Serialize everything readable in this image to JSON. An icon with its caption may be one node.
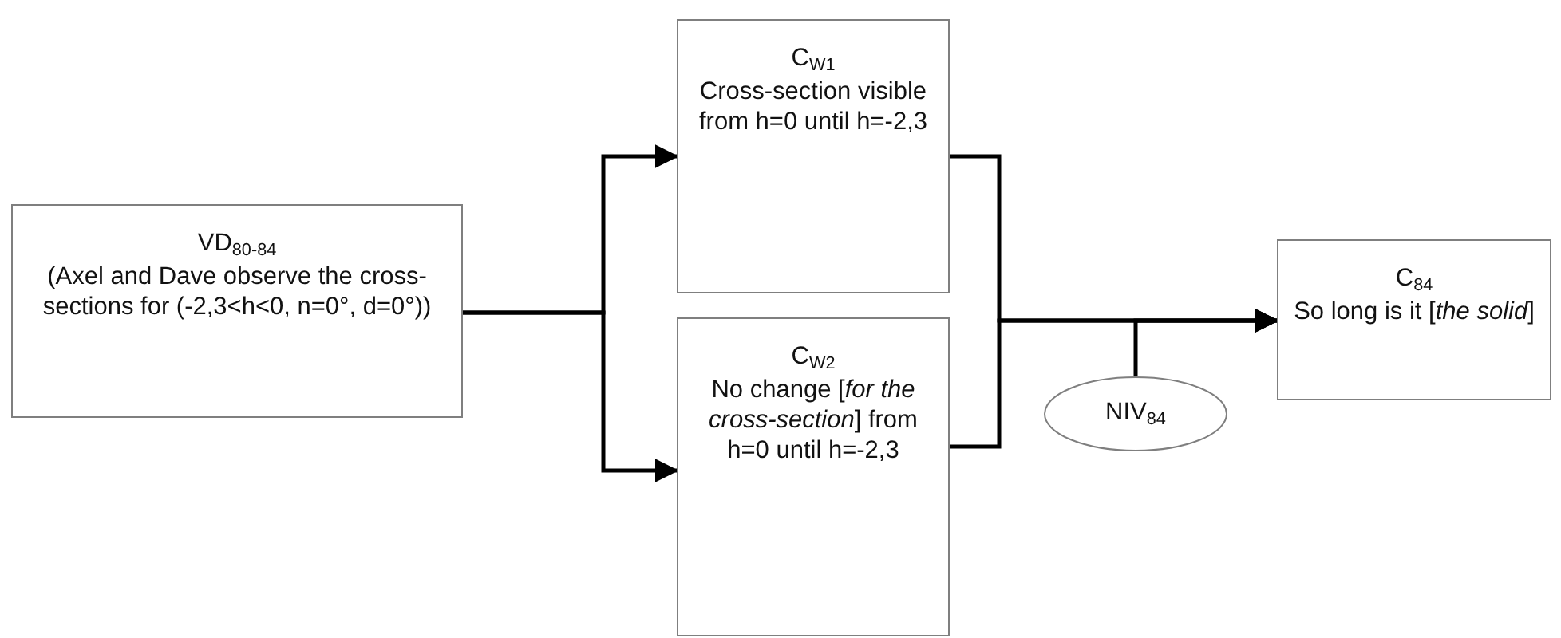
{
  "diagram": {
    "nodes": [
      {
        "text": [
          "VD$_{80-84}$",
          "(Axel and Dave observe the cross-sections for (-2,3<h<0, n=0°, d=0°))"
        ]
      },
      {
        "text": [
          "C$_{W1}$",
          "Cross-section visible from h=0 until h=-2,3"
        ]
      },
      {
        "text": [
          "C$_{W2}$",
          "No change [*for the cross-section*] from h=0 until h=-2,3"
        ]
      },
      {
        "text": [
          "C$_{84}$",
          "So long is it [*the solid*]"
        ]
      },
      {
        "text": [
          "NIV$_{84}$"
        ]
      }
    ],
    "edges": [
      {
        "from": 0,
        "to": 1,
        "arrow": "to"
      },
      {
        "from": 0,
        "to": 2,
        "arrow": "to"
      },
      {
        "from": 1,
        "to": 3,
        "arrow": "to"
      },
      {
        "from": 2,
        "to": 3,
        "arrow": "to"
      },
      {
        "from": 4,
        "to": 3,
        "arrow": "to"
      }
    ]
  }
}
